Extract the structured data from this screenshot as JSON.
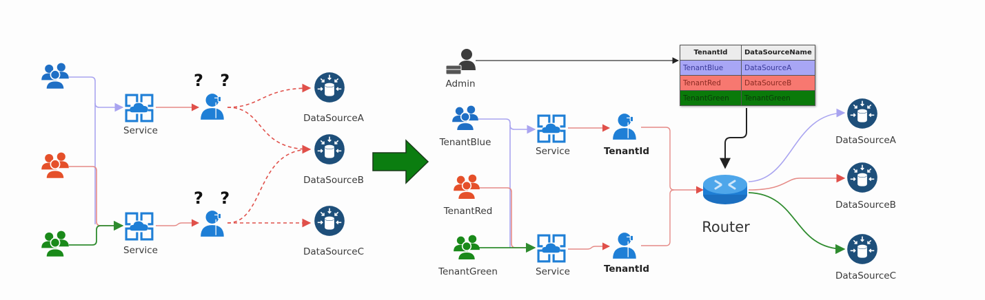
{
  "colors": {
    "blue_path": "#a9a4f0",
    "red_path": "#e58a86",
    "green_path": "#2e8b2e",
    "dashed_red": "#e0504a",
    "blue_group": "#1f6fc5",
    "red_group": "#e5502a",
    "green_group": "#1a8a1a",
    "datasource": "#1e4f7a",
    "arrow_green": "#0b7d10"
  },
  "left_diagram": {
    "service_top_label": "Service",
    "service_bottom_label": "Service",
    "question_top": "? ?",
    "question_bottom": "? ?",
    "datasources": [
      "DataSourceA",
      "DataSourceB",
      "DataSourceC"
    ]
  },
  "right_diagram": {
    "admin_label": "Admin",
    "tenants": [
      "TenantBlue",
      "TenantRed",
      "TenantGreen"
    ],
    "service_top_label": "Service",
    "service_bottom_label": "Service",
    "tenantid_top_label": "TenantId",
    "tenantid_bottom_label": "TenantId",
    "router_label": "Router",
    "datasources": [
      "DataSourceA",
      "DataSourceB",
      "DataSourceC"
    ],
    "mapping_table": {
      "headers": [
        "TenantId",
        "DataSourceName"
      ],
      "rows": [
        {
          "tenant": "TenantBlue",
          "source": "DataSourceA",
          "bg": "#a8a6f5",
          "fg": "#3a3a9a"
        },
        {
          "tenant": "TenantRed",
          "source": "DataSourceB",
          "bg": "#f77870",
          "fg": "#8a2a22"
        },
        {
          "tenant": "TenantGreen",
          "source": "TenantGreen",
          "bg": "#0a7a0a",
          "fg": "#0a3a0a"
        }
      ]
    }
  }
}
